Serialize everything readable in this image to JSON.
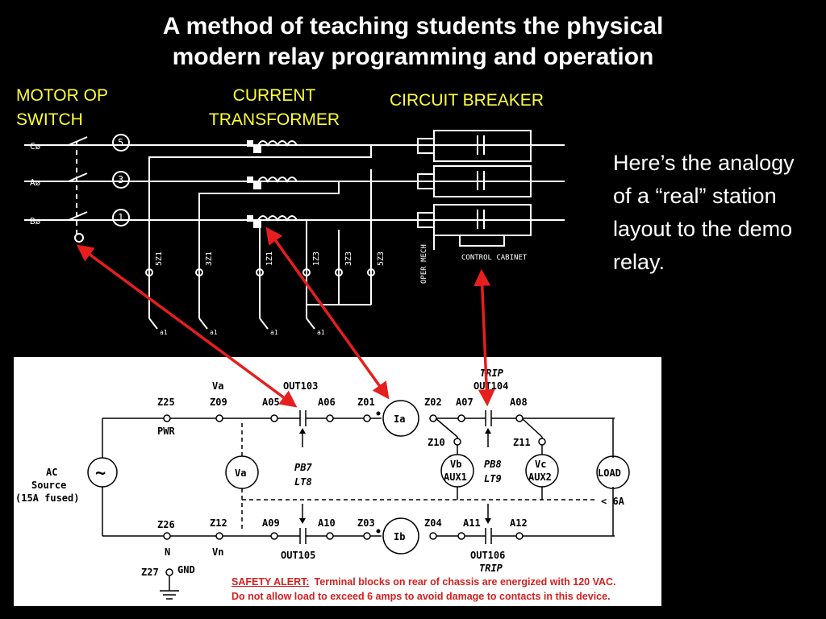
{
  "title": {
    "line1": "A method of teaching students the physical",
    "line2": "modern relay programming and operation"
  },
  "labels": {
    "motor_line1": "MOTOR OP",
    "motor_line2": "SWITCH",
    "ct_line1": "CURRENT",
    "ct_line2": "TRANSFORMER",
    "cb": "CIRCUIT BREAKER"
  },
  "description": "Here’s the analogy of a “real” station layout to the demo relay.",
  "top_diagram": {
    "phase_labels": [
      "Cø",
      "Aø",
      "Bø"
    ],
    "circle_numbers": [
      "5",
      "3",
      "1"
    ],
    "vertical_labels": [
      "5Z1",
      "3Z1",
      "1Z1",
      "1Z3",
      "3Z3",
      "5Z3"
    ],
    "bottom_labels": [
      "a1",
      "a1",
      "a1",
      "a1"
    ],
    "oper_mech": "OPER MECH",
    "control_cabinet": "CONTROL CABINET"
  },
  "relay_diagram": {
    "terminals_top": [
      "Z25",
      "Z09",
      "A05",
      "A06",
      "Z01",
      "Z02",
      "A07",
      "A08"
    ],
    "terminals_mid": [
      "Z10",
      "Z11"
    ],
    "terminals_bottom": [
      "Z26",
      "Z12",
      "A09",
      "A10",
      "Z03",
      "Z04",
      "A11",
      "A12"
    ],
    "z27": "Z27",
    "gnd": "GND",
    "va_top": "Va",
    "out103": "OUT103",
    "trip_top": "TRIP",
    "out104": "OUT104",
    "pwr": "PWR",
    "n": "N",
    "vn": "Vn",
    "out105": "OUT105",
    "out106": "OUT106",
    "trip_bottom": "TRIP",
    "ac_line1": "AC",
    "ac_line2": "Source",
    "ac_line3": "(15A fused)",
    "tilde": "~",
    "meter_va": "Va",
    "meter_ia": "Ia",
    "meter_ib": "Ib",
    "vb": "Vb",
    "aux1": "AUX1",
    "vc": "Vc",
    "aux2": "AUX2",
    "load": "LOAD",
    "load_limit": "< 6A",
    "pb7": "PB7",
    "lt8": "LT8",
    "pb8": "PB8",
    "lt9": "LT9"
  },
  "safety": {
    "header": "SAFETY ALERT:",
    "line1": "Terminal blocks on rear of chassis are energized with 120 VAC.",
    "line2": "Do not allow load to exceed 6 amps to avoid damage to contacts in this device."
  },
  "colors": {
    "title_text": "#ffffff",
    "label_yellow": "#ffff33",
    "arrow_red": "#e61e1e",
    "safety_red": "#d42020"
  }
}
